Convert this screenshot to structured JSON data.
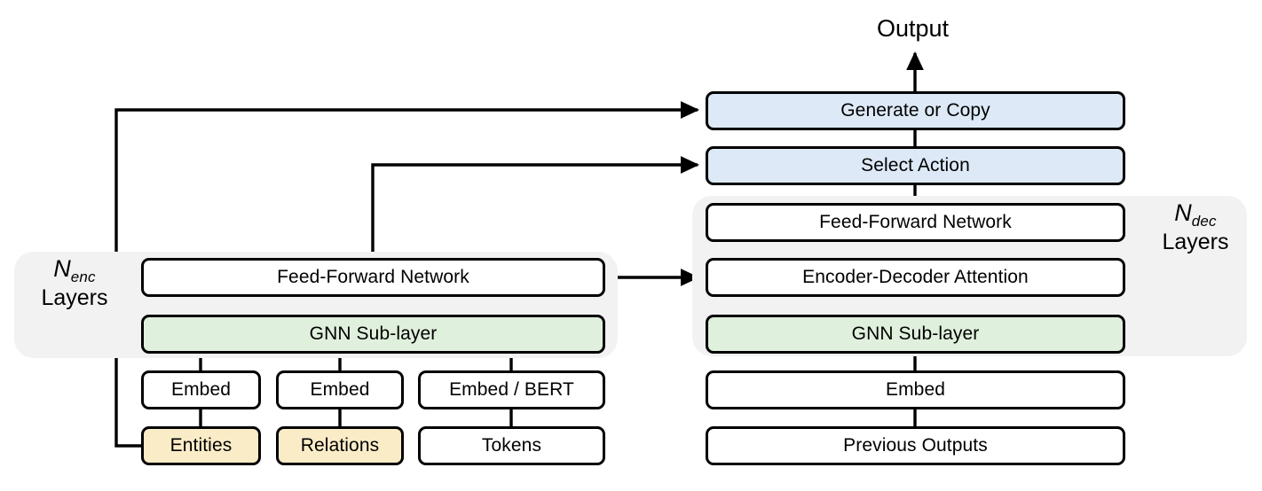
{
  "diagram": {
    "title_label": "Output",
    "colors": {
      "blue": "#dde9f7",
      "green": "#dff0dc",
      "tan": "#fbecc8",
      "white": "#ffffff",
      "group_gray": "#f2f2f2",
      "stroke": "#000000"
    },
    "groups": [
      {
        "id": "encoder-group",
        "label_n": "N",
        "label_sub": "enc",
        "label_line2": "Layers"
      },
      {
        "id": "decoder-group",
        "label_n": "N",
        "label_sub": "dec",
        "label_line2": "Layers"
      }
    ],
    "encoder": {
      "feed_forward_network": "Feed-Forward Network",
      "gnn_sublayer": "GNN Sub-layer",
      "embed_entities": "Embed",
      "embed_relations": "Embed",
      "embed_tokens": "Embed / BERT",
      "entities": "Entities",
      "relations": "Relations",
      "tokens": "Tokens"
    },
    "decoder": {
      "generate_or_copy": "Generate or Copy",
      "select_action": "Select Action",
      "feed_forward_network": "Feed-Forward Network",
      "encoder_decoder_attention": "Encoder-Decoder Attention",
      "gnn_sublayer": "GNN Sub-layer",
      "embed": "Embed",
      "previous_outputs": "Previous Outputs"
    },
    "connections": [
      {
        "from": "generate-or-copy",
        "to": "output-label",
        "kind": "arrow"
      },
      {
        "from": "select-action",
        "to": "generate-or-copy",
        "kind": "line"
      },
      {
        "from": "decoder-feed-forward-network",
        "to": "select-action",
        "kind": "line"
      },
      {
        "from": "encoder-decoder-attention",
        "to": "decoder-feed-forward-network",
        "kind": "line"
      },
      {
        "from": "decoder-gnn-sublayer",
        "to": "encoder-decoder-attention",
        "kind": "line"
      },
      {
        "from": "decoder-embed",
        "to": "decoder-gnn-sublayer",
        "kind": "line"
      },
      {
        "from": "previous-outputs",
        "to": "decoder-embed",
        "kind": "line"
      },
      {
        "from": "entities",
        "to": "generate-or-copy",
        "kind": "arrow"
      },
      {
        "from": "encoder-feed-forward-network",
        "to": "select-action",
        "kind": "arrow"
      },
      {
        "from": "encoder-feed-forward-network",
        "to": "encoder-decoder-attention",
        "kind": "arrow"
      },
      {
        "from": "encoder-gnn-sublayer",
        "to": "encoder-feed-forward-network",
        "kind": "line"
      },
      {
        "from": "embed-entities",
        "to": "encoder-gnn-sublayer",
        "kind": "line"
      },
      {
        "from": "embed-relations",
        "to": "encoder-gnn-sublayer",
        "kind": "line"
      },
      {
        "from": "embed-tokens",
        "to": "encoder-gnn-sublayer",
        "kind": "line"
      },
      {
        "from": "entities",
        "to": "embed-entities",
        "kind": "line"
      },
      {
        "from": "relations",
        "to": "embed-relations",
        "kind": "line"
      },
      {
        "from": "tokens",
        "to": "embed-tokens",
        "kind": "line"
      }
    ]
  }
}
